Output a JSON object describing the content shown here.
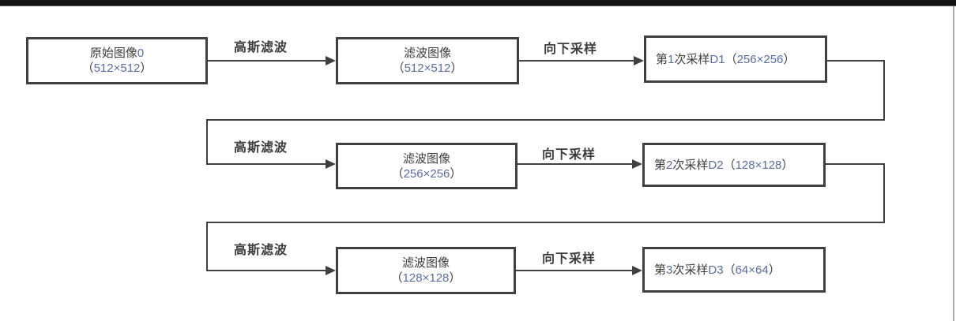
{
  "diagram": {
    "title_meaning": "Gaussian pyramid downsampling flow",
    "boxes": [
      {
        "id": "source",
        "line1": "原始图像0",
        "line2": "（512×512）"
      },
      {
        "id": "filtered1",
        "line1": "滤波图像",
        "line2": "（512×512）"
      },
      {
        "id": "d1",
        "line1": "第1次采样D1（256×256）"
      },
      {
        "id": "filtered2",
        "line1": "滤波图像",
        "line2": "（256×256）"
      },
      {
        "id": "d2",
        "line1": "第2次采样D2（128×128）"
      },
      {
        "id": "filtered3",
        "line1": "滤波图像",
        "line2": "（128×128）"
      },
      {
        "id": "d3",
        "line1": "第3次采样D3（64×64）"
      }
    ],
    "edge_labels": {
      "gauss1": "高斯滤波",
      "down1": "向下采样",
      "gauss2": "高斯滤波",
      "down2": "向下采样",
      "gauss3": "高斯滤波",
      "down3": "向下采样"
    },
    "colors": {
      "line": "#404040",
      "text": "#3d3d3d",
      "digit_accent": "#5a6d9d",
      "top_bar": "#121212",
      "right_rule": "#a9a9a9",
      "background": "#ffffff"
    }
  }
}
